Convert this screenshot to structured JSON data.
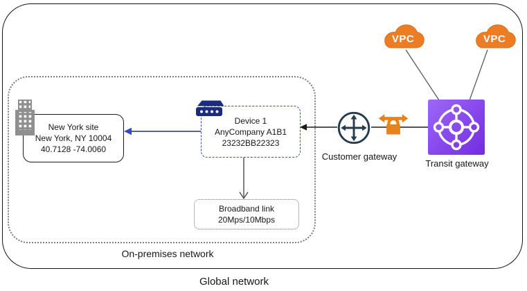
{
  "title": "Global network",
  "regions": {
    "global": {
      "label": "Global network"
    },
    "on_premises": {
      "label": "On-premises network"
    }
  },
  "nodes": {
    "ny_site": {
      "line1": "New York site",
      "line2": "New York, NY 10004",
      "line3": "40.7128 -74.0060"
    },
    "device": {
      "line1": "Device 1",
      "line2": "AnyCompany A1B1",
      "line3": "23232BB22323"
    },
    "broadband": {
      "line1": "Broadband link",
      "line2": "20Mps/10Mbps"
    },
    "customer_gateway": {
      "label": "Customer gateway"
    },
    "transit_gateway": {
      "label": "Transit gateway"
    },
    "vpc_left": {
      "label": "VPC"
    },
    "vpc_right": {
      "label": "VPC"
    }
  },
  "icons": {
    "building": "office-building-icon",
    "router": "network-device-icon",
    "customer_gateway": "four-way-arrows-gateway-icon",
    "vpn_connection": "vpn-connection-lock-icon",
    "transit_gateway": "transit-gateway-hub-icon",
    "vpc": "vpc-cloud-icon"
  },
  "colors": {
    "orange": "#E8821E",
    "cloud_orange": "#EC7D24",
    "gateway_navy": "#243A4E",
    "device_navy": "#1B2C80",
    "blue_accent": "#3847C2",
    "purple_light": "#9D68F8",
    "purple_dark": "#742BE0",
    "building_gray": "#8F8F8F",
    "line_gray": "#5a5a5a"
  }
}
